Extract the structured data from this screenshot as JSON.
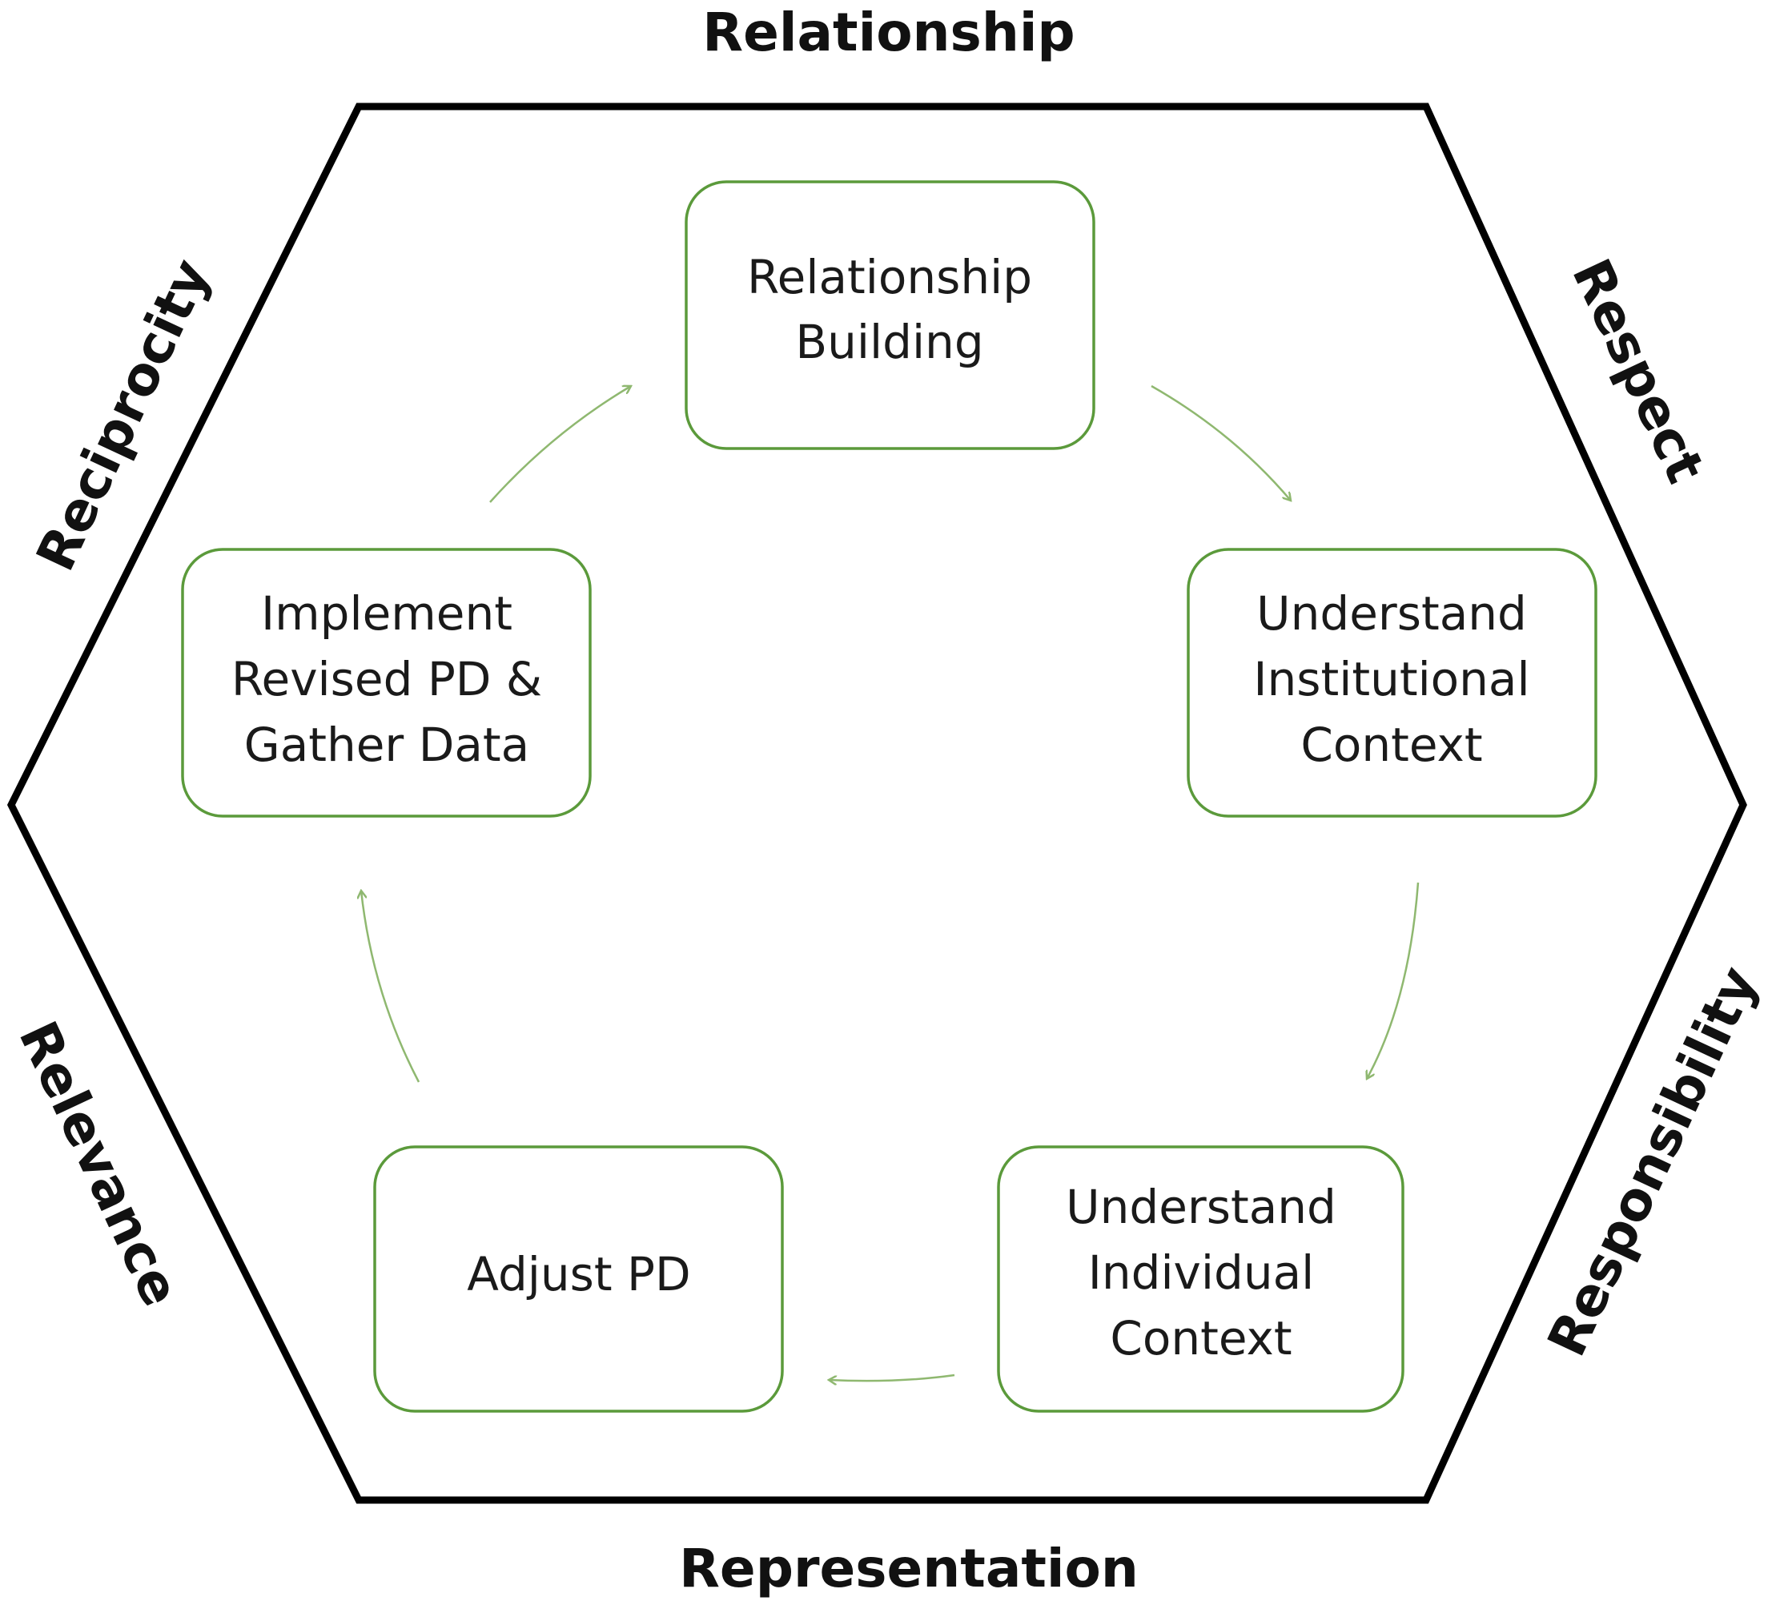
{
  "hexagon": {
    "border_color": "#000000",
    "sides": {
      "top": "Relationship",
      "top_right": "Respect",
      "bottom_right": "Responsibility",
      "bottom": "Representation",
      "bottom_left": "Relevance",
      "top_left": "Reciprocity"
    }
  },
  "cycle": {
    "box_border_color": "#5b9a3b",
    "arrow_color": "#8fb870",
    "steps": [
      {
        "lines": [
          "Relationship",
          "Building"
        ]
      },
      {
        "lines": [
          "Understand",
          "Institutional",
          "Context"
        ]
      },
      {
        "lines": [
          "Understand",
          "Individual",
          "Context"
        ]
      },
      {
        "lines": [
          "Adjust PD"
        ]
      },
      {
        "lines": [
          "Implement",
          "Revised PD &",
          "Gather Data"
        ]
      }
    ]
  }
}
